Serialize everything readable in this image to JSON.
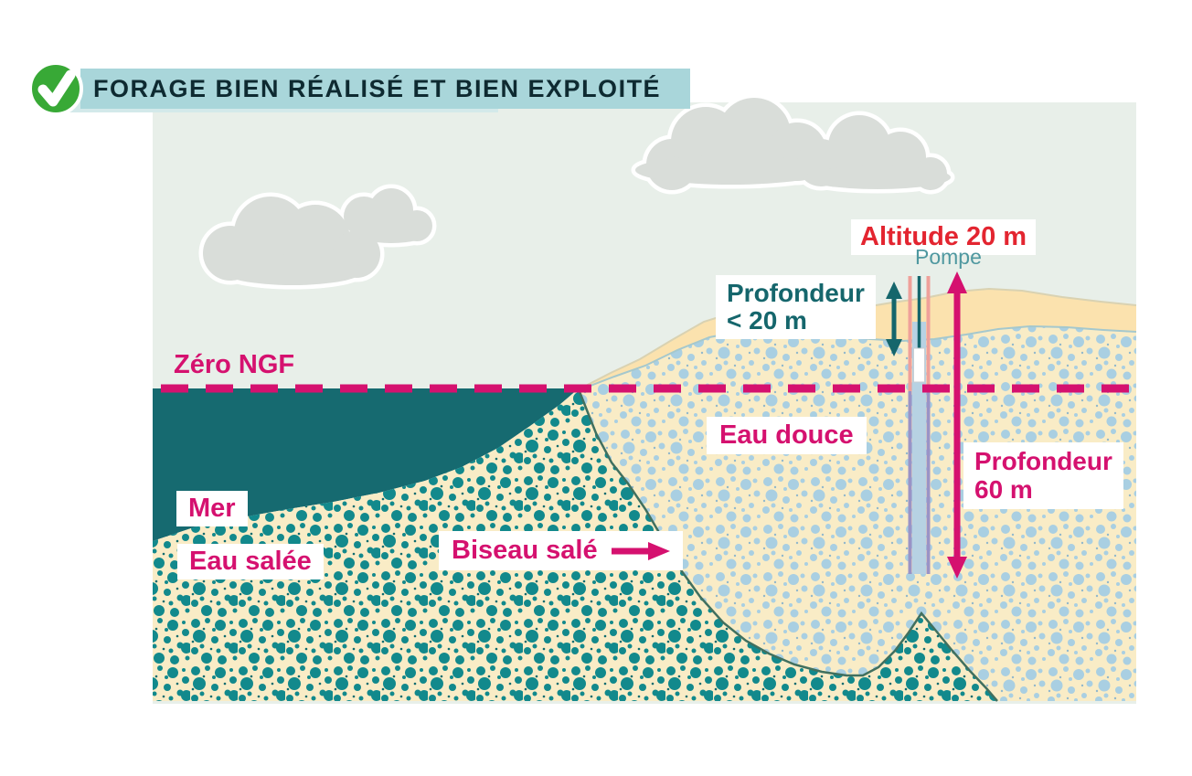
{
  "banner": {
    "title": "FORAGE BIEN RÉALISÉ ET BIEN EXPLOITÉ",
    "icon": "check-circle"
  },
  "labels": {
    "zero_ngf": "Zéro NGF",
    "sea": "Mer",
    "salt_water": "Eau salée",
    "salt_wedge": "Biseau salé",
    "fresh_water": "Eau douce",
    "altitude": "Altitude 20 m",
    "pump": "Pompe",
    "well_depth_line1": "Profondeur",
    "well_depth_line2": "< 20 m",
    "borehole_depth_line1": "Profondeur",
    "borehole_depth_line2": "60 m"
  },
  "colors": {
    "magenta": "#d5116f",
    "red": "#e32530",
    "dark_teal": "#15666c",
    "sea": "#166a70",
    "sky": "#e8efe9",
    "sand": "#f9ecc6",
    "dune": "#fbe2ae",
    "banner": "#a9d6da",
    "banner_shadow": "#d3e9ea",
    "teal_dot": "#12898c",
    "blue_dot": "#a9cfe2",
    "cloud": "#d9ddd9",
    "text_dark": "#0e2a31",
    "pump_teal": "#4f98a0",
    "casing_pink": "#efa09a",
    "casing_purple": "#9a93c6",
    "well_water": "#b7d2e3",
    "check_green": "#38a936"
  }
}
